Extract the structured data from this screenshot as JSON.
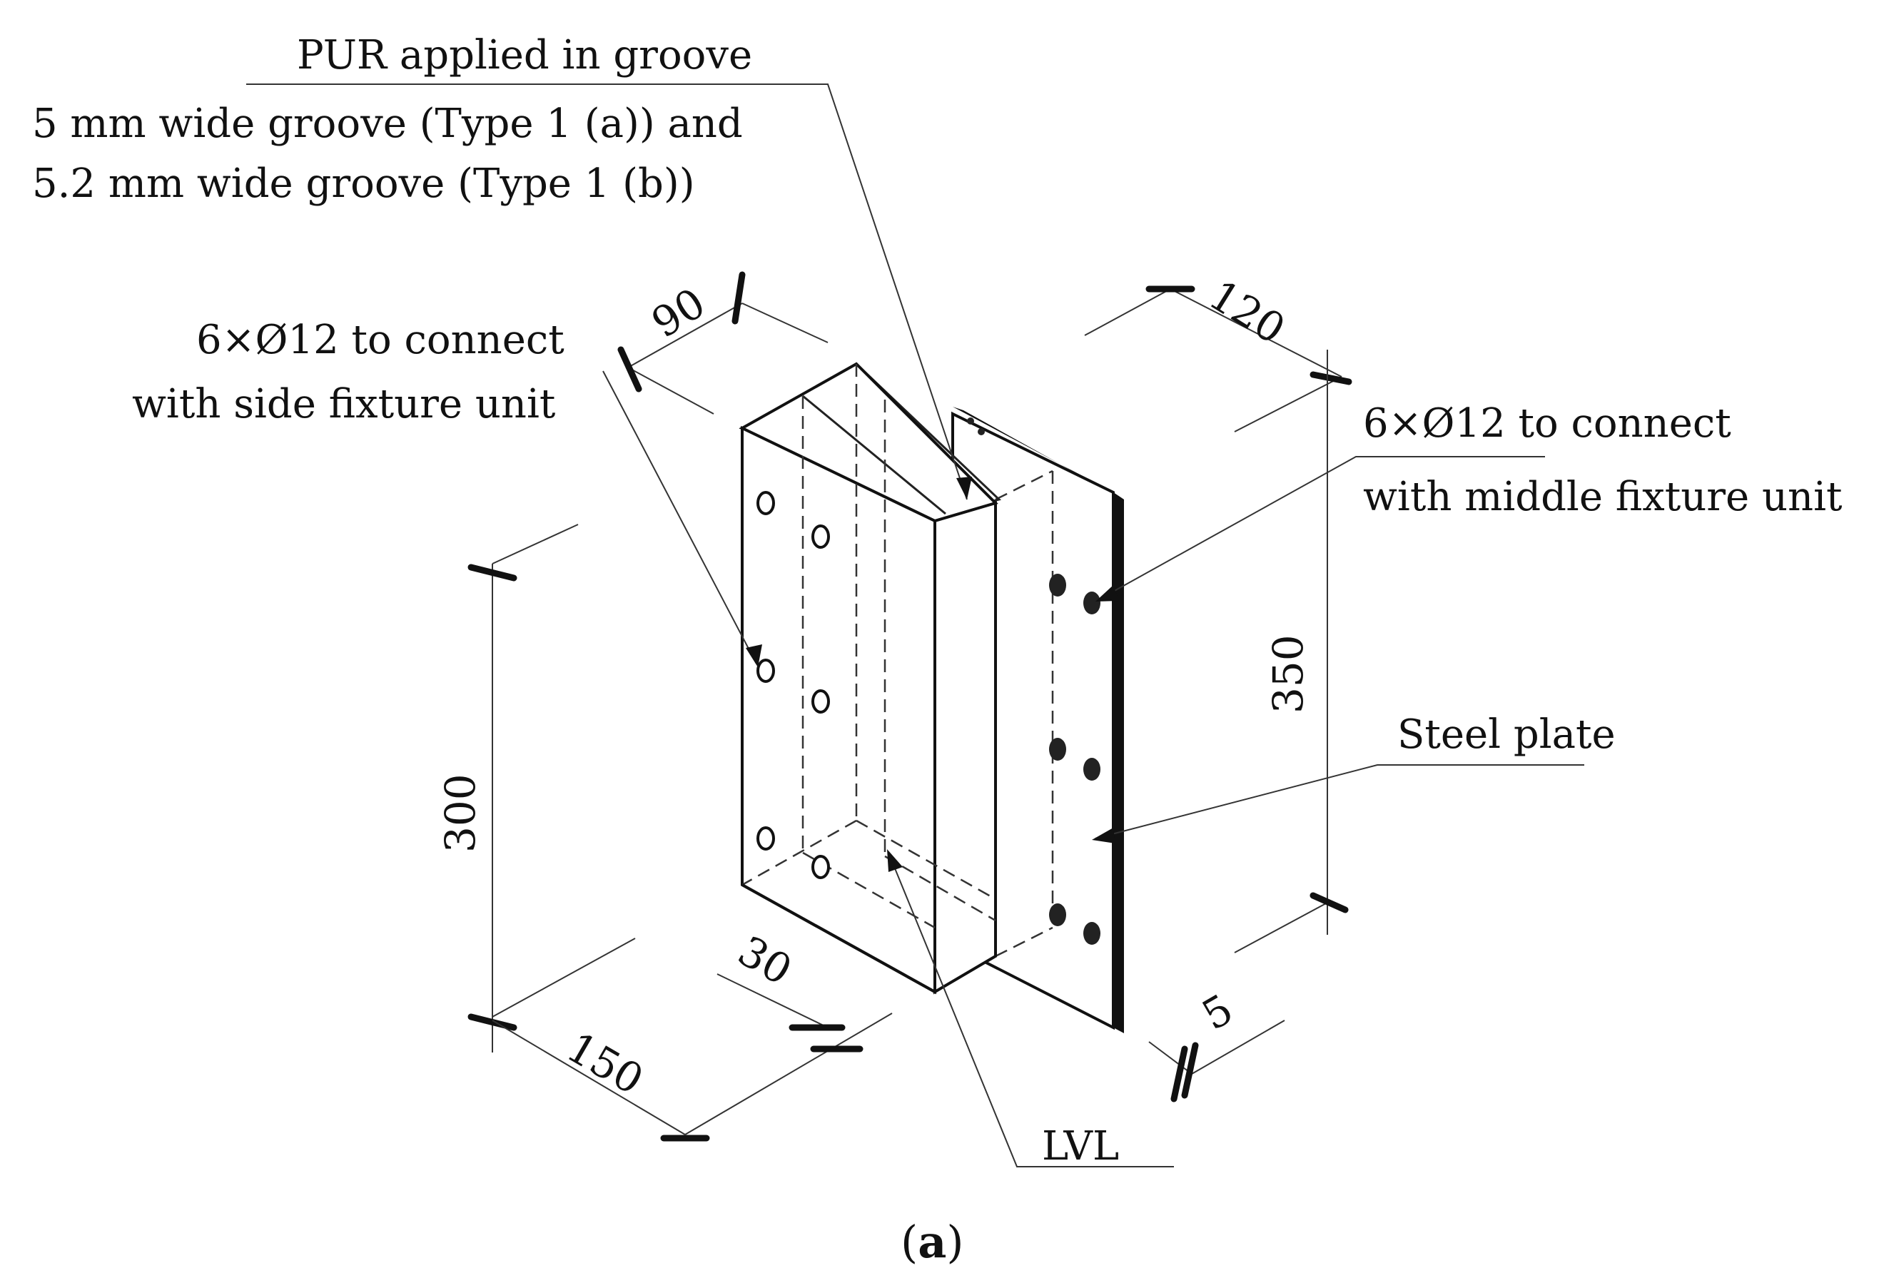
{
  "labels": {
    "pur": "PUR applied in groove",
    "groove_line1": "5 mm wide groove (Type 1 (a)) and",
    "groove_line2": "5.2 mm wide groove (Type 1 (b))",
    "side_line1": "6×Ø12 to connect",
    "side_line2": "with side fixture unit",
    "middle_line1": "6×Ø12 to connect",
    "middle_line2": "with middle fixture unit",
    "steel_plate": "Steel plate",
    "lvl": "LVL"
  },
  "dimensions": {
    "d90": "90",
    "d120": "120",
    "d350": "350",
    "d300": "300",
    "d30": "30",
    "d150": "150",
    "d5": "5"
  },
  "caption": {
    "open": "(",
    "letter": "a",
    "close": ")"
  }
}
